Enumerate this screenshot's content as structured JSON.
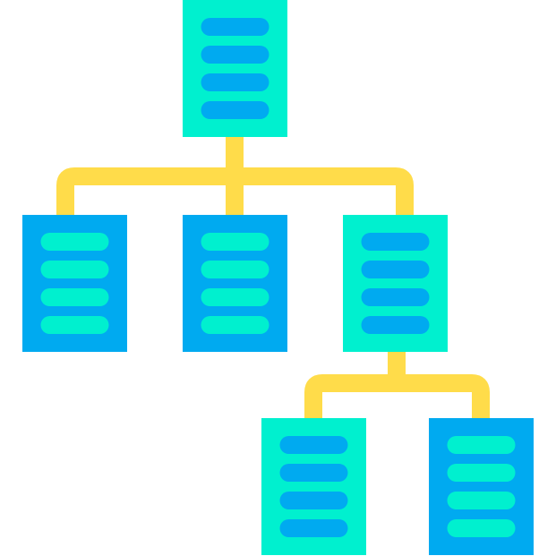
{
  "diagram": {
    "type": "hierarchy-tree",
    "icon": "sitemap-icon",
    "colors": {
      "connector": "#FFDC4A",
      "teal": "#00F0CF",
      "blue": "#00AAF0"
    },
    "nodes": [
      {
        "id": "root",
        "parent": null,
        "fill": "teal",
        "bars": "blue"
      },
      {
        "id": "child-1",
        "parent": "root",
        "fill": "blue",
        "bars": "teal"
      },
      {
        "id": "child-2",
        "parent": "root",
        "fill": "blue",
        "bars": "teal"
      },
      {
        "id": "child-3",
        "parent": "root",
        "fill": "teal",
        "bars": "blue"
      },
      {
        "id": "grandchild-1",
        "parent": "child-3",
        "fill": "teal",
        "bars": "blue"
      },
      {
        "id": "grandchild-2",
        "parent": "child-3",
        "fill": "blue",
        "bars": "teal"
      }
    ],
    "bars_per_node": 4
  }
}
